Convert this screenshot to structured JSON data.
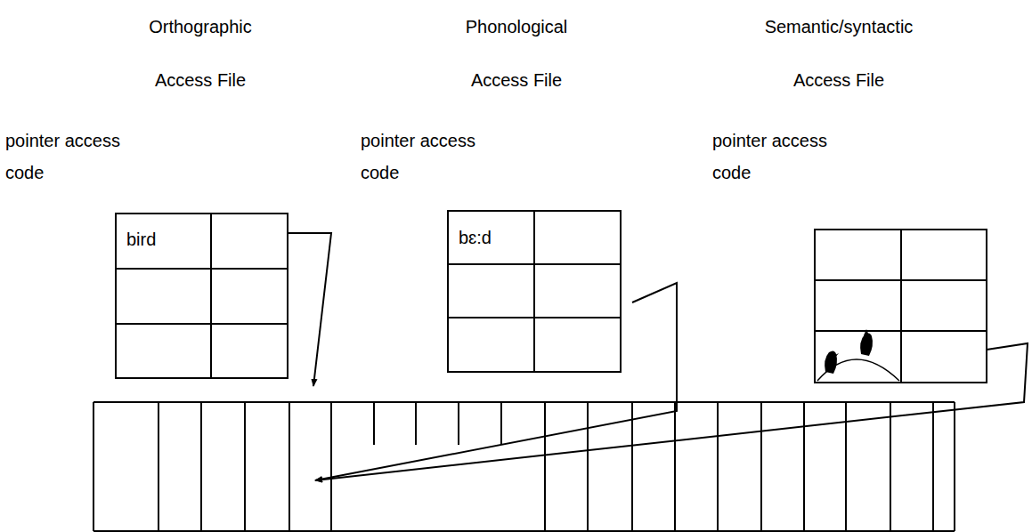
{
  "diagram": {
    "nodes": [
      {
        "text": [
          "Orthographic Access File",
          "pointer access code",
          "bird"
        ]
      },
      {
        "text": [
          "Phonological Access File",
          "pointer access code",
          "bɛ:d"
        ]
      },
      {
        "text": [
          "Semantic/syntactic Access File",
          "pointer access code"
        ]
      }
    ]
  }
}
